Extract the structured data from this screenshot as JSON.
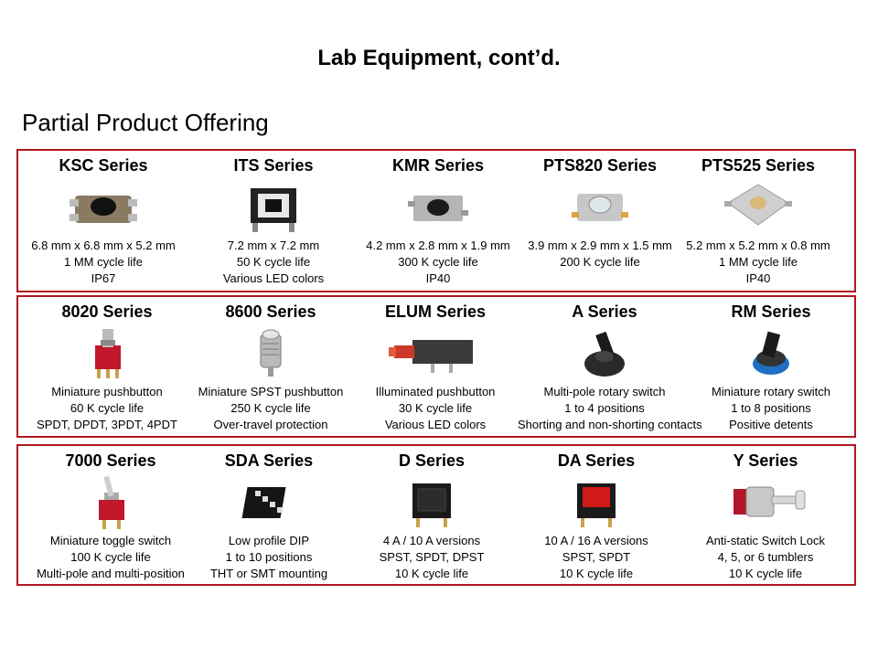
{
  "title": "Lab Equipment, cont’d.",
  "subtitle": "Partial Product Offering",
  "rows": [
    [
      {
        "name": "KSC Series",
        "icon": "ksc-tact-switch-icon",
        "lines": [
          "6.8 mm x 6.8 mm x 5.2 mm",
          "1 MM cycle life",
          "IP67"
        ]
      },
      {
        "name": "ITS Series",
        "icon": "its-switch-icon",
        "lines": [
          "7.2 mm x 7.2 mm",
          "50 K cycle life",
          "Various LED colors"
        ]
      },
      {
        "name": "KMR Series",
        "icon": "kmr-switch-icon",
        "lines": [
          "4.2 mm x 2.8 mm x 1.9 mm",
          "300 K cycle life",
          "IP40"
        ]
      },
      {
        "name": "PTS820 Series",
        "icon": "pts820-switch-icon",
        "lines": [
          "3.9 mm x 2.9 mm x 1.5 mm",
          "200 K cycle life"
        ]
      },
      {
        "name": "PTS525 Series",
        "icon": "pts525-switch-icon",
        "lines": [
          "5.2 mm x 5.2 mm x 0.8 mm",
          "1 MM cycle life",
          "IP40"
        ]
      }
    ],
    [
      {
        "name": "8020 Series",
        "icon": "pushbutton-switch-icon",
        "lines": [
          "Miniature pushbutton",
          "60 K cycle life",
          "SPDT, DPDT, 3PDT, 4PDT"
        ]
      },
      {
        "name": "8600 Series",
        "icon": "spst-pushbutton-icon",
        "lines": [
          "Miniature SPST pushbutton",
          "250 K cycle life",
          "Over-travel protection"
        ]
      },
      {
        "name": "ELUM Series",
        "icon": "illuminated-pushbutton-icon",
        "lines": [
          "Illuminated pushbutton",
          "30 K cycle life",
          "Various LED colors"
        ]
      },
      {
        "name": "A Series",
        "icon": "rotary-switch-icon",
        "lines": [
          "Multi-pole rotary switch",
          "1 to 4 positions",
          "Shorting and non-shorting contacts"
        ]
      },
      {
        "name": "RM Series",
        "icon": "miniature-rotary-switch-icon",
        "lines": [
          "Miniature rotary switch",
          "1 to 8 positions",
          "Positive detents"
        ]
      }
    ],
    [
      {
        "name": "7000 Series",
        "icon": "toggle-switch-icon",
        "lines": [
          "Miniature toggle switch",
          "100 K cycle life",
          "Multi-pole and multi-position"
        ]
      },
      {
        "name": "SDA Series",
        "icon": "dip-switch-icon",
        "lines": [
          "Low profile DIP",
          "1 to 10 positions",
          "THT or SMT mounting"
        ]
      },
      {
        "name": "D Series",
        "icon": "rocker-switch-icon",
        "lines": [
          "4 A  / 10 A versions",
          "SPST, SPDT, DPST",
          "10 K cycle life"
        ]
      },
      {
        "name": "DA Series",
        "icon": "illuminated-rocker-switch-icon",
        "lines": [
          "10 A / 16 A versions",
          "SPST, SPDT",
          "10 K cycle life"
        ]
      },
      {
        "name": "Y Series",
        "icon": "key-lock-switch-icon",
        "lines": [
          "Anti-static Switch Lock",
          "4, 5, or 6 tumblers",
          "10 K cycle life"
        ]
      }
    ]
  ],
  "colors": {
    "border": "#b0171f",
    "rocker_red": "#d01a1a",
    "switch_red": "#c0182a",
    "rotary_blue": "#1f6fc4"
  }
}
